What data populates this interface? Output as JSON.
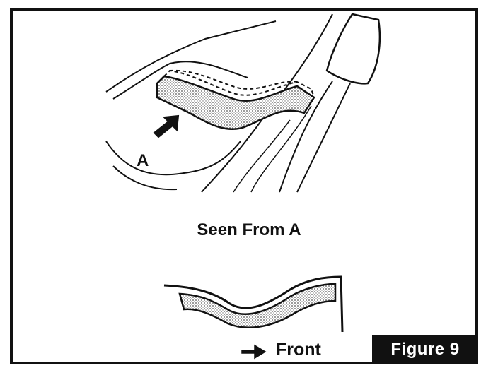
{
  "figure": {
    "label_a": "A",
    "caption": "Seen From A",
    "front_label": "Front",
    "badge": "Figure 9"
  },
  "icons": {
    "direction_arrow": "arrow-pointing-up-right-icon",
    "front_arrow": "arrow-right-icon"
  },
  "colors": {
    "ink": "#111111",
    "stipple": "#bfbfbf",
    "background": "#ffffff"
  }
}
